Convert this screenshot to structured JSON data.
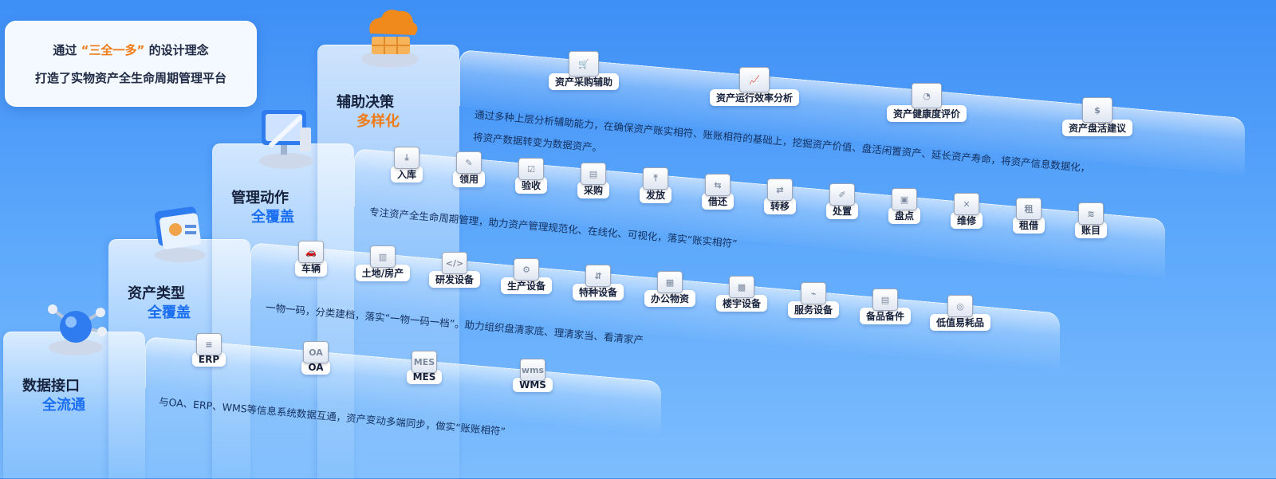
{
  "intro": {
    "line1_pre": "通过",
    "line1_highlight": "“三全一多”",
    "line1_post": "的设计理念",
    "line2": "打造了实物资产全生命周期管理平台"
  },
  "colors": {
    "accent_blue": "#1a6ef0",
    "accent_orange": "#f07b16",
    "background": "#4a9af8"
  },
  "steps": [
    {
      "title": "数据接口",
      "subtitle": "全流通",
      "subtitle_color": "blue",
      "icon": "molecule-icon"
    },
    {
      "title": "资产类型",
      "subtitle": "全覆盖",
      "subtitle_color": "blue",
      "icon": "id-card-icon"
    },
    {
      "title": "管理动作",
      "subtitle": "全覆盖",
      "subtitle_color": "blue",
      "icon": "monitor-pen-icon"
    },
    {
      "title": "辅助决策",
      "subtitle": "多样化",
      "subtitle_color": "orange",
      "icon": "cloud-data-icon"
    }
  ],
  "rows": {
    "decision": {
      "items": [
        {
          "label": "资产采购辅助",
          "icon": "cart-icon"
        },
        {
          "label": "资产运行效率分析",
          "icon": "trend-chart-icon"
        },
        {
          "label": "资产健康度评价",
          "icon": "pie-chart-icon"
        },
        {
          "label": "资产盘活建议",
          "icon": "money-chart-icon"
        }
      ],
      "desc_line1": "通过多种上层分析辅助能力，在确保资产账实相符、账账相符的基础上，挖掘资产价值、盘活闲置资产、延长资产寿命，将资产信息数据化，",
      "desc_line2": "将资产数据转变为数据资产。"
    },
    "actions": {
      "items": [
        {
          "label": "入库",
          "icon": "download-box-icon"
        },
        {
          "label": "领用",
          "icon": "receive-icon"
        },
        {
          "label": "验收",
          "icon": "checklist-icon"
        },
        {
          "label": "采购",
          "icon": "purchase-icon"
        },
        {
          "label": "发放",
          "icon": "upload-box-icon"
        },
        {
          "label": "借还",
          "icon": "swap-icon"
        },
        {
          "label": "转移",
          "icon": "transfer-icon"
        },
        {
          "label": "处置",
          "icon": "dispose-icon"
        },
        {
          "label": "盘点",
          "icon": "inventory-icon"
        },
        {
          "label": "维修",
          "icon": "tools-icon"
        },
        {
          "label": "租借",
          "icon": "rent-icon"
        },
        {
          "label": "账目",
          "icon": "ledger-icon"
        }
      ],
      "desc": "专注资产全生命周期管理，助力资产管理规范化、在线化、可视化，落实“账实相符”"
    },
    "types": {
      "items": [
        {
          "label": "车辆",
          "icon": "car-icon"
        },
        {
          "label": "土地/房产",
          "icon": "building-icon"
        },
        {
          "label": "研发设备",
          "icon": "code-window-icon"
        },
        {
          "label": "生产设备",
          "icon": "production-icon"
        },
        {
          "label": "特种设备",
          "icon": "special-equipment-icon"
        },
        {
          "label": "办公物资",
          "icon": "office-supplies-icon"
        },
        {
          "label": "楼宇设备",
          "icon": "building-equipment-icon"
        },
        {
          "label": "服务设备",
          "icon": "server-icon"
        },
        {
          "label": "备品备件",
          "icon": "spare-parts-icon"
        },
        {
          "label": "低值易耗品",
          "icon": "consumables-icon"
        }
      ],
      "desc": "一物一码，分类建档，落实“一物一码一档”。助力组织盘清家底、理清家当、看清家产"
    },
    "interfaces": {
      "items": [
        {
          "label": "ERP",
          "icon": "erp-doc-icon",
          "glyph": ""
        },
        {
          "label": "OA",
          "icon": "oa-window-icon",
          "glyph": "OA"
        },
        {
          "label": "MES",
          "icon": "mes-window-icon",
          "glyph": "MES"
        },
        {
          "label": "WMS",
          "icon": "wms-house-icon",
          "glyph": "wms"
        }
      ],
      "desc": "与OA、ERP、WMS等信息系统数据互通，资产变动多端同步，做实“账账相符”"
    }
  }
}
